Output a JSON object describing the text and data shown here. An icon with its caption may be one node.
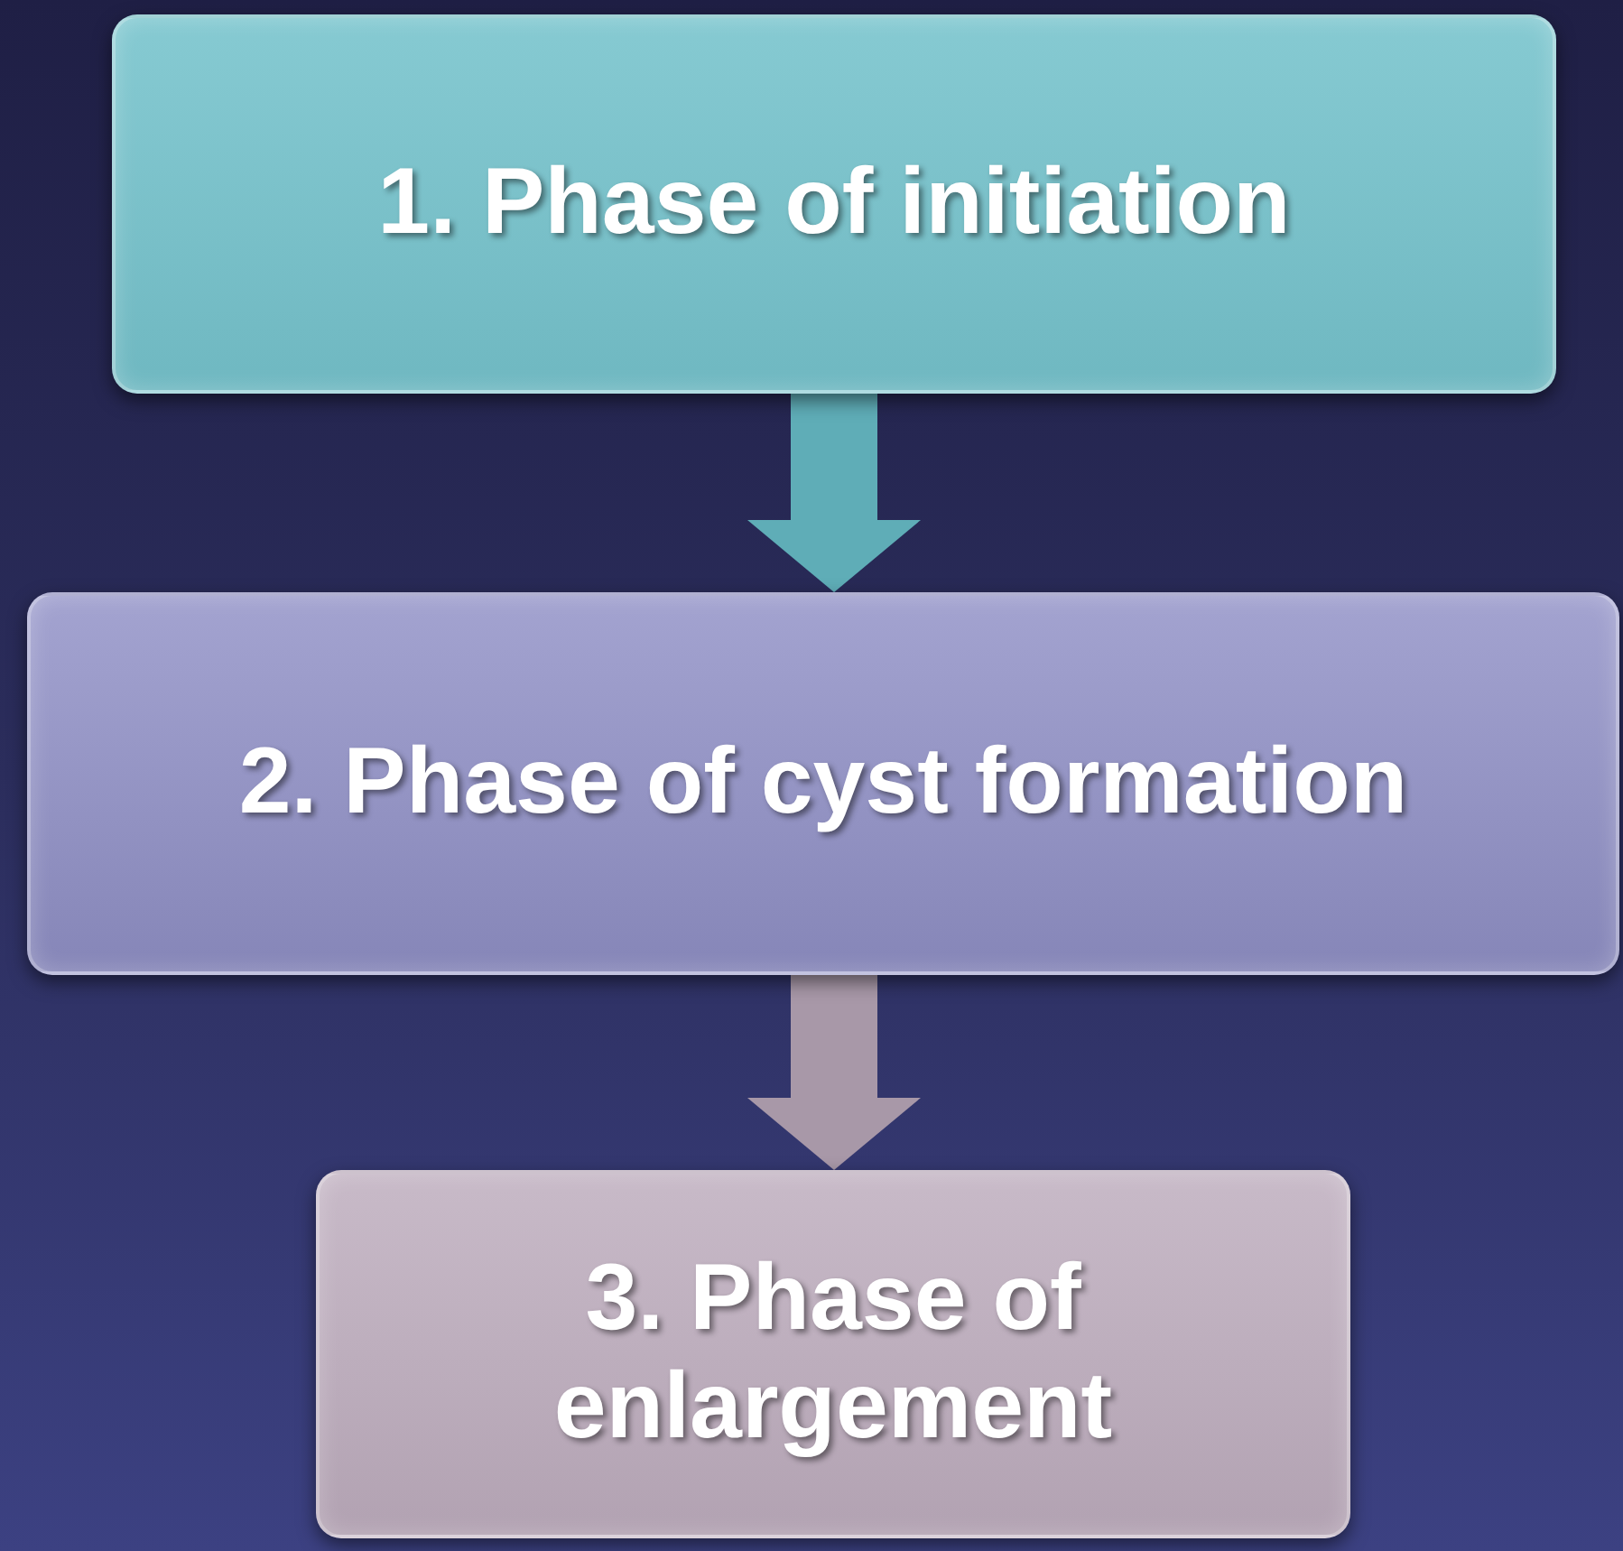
{
  "diagram": {
    "nodes": [
      {
        "text": [
          "1. Phase of initiation"
        ]
      },
      {
        "text": [
          "2. Phase of cyst formation"
        ]
      },
      {
        "text": [
          "3. Phase of enlargement"
        ]
      }
    ],
    "edges": [
      {
        "from": 0,
        "to": 1,
        "arrow": "to",
        "color": "#5fadb7"
      },
      {
        "from": 1,
        "to": 2,
        "arrow": "to",
        "color": "#a898a8"
      }
    ]
  }
}
